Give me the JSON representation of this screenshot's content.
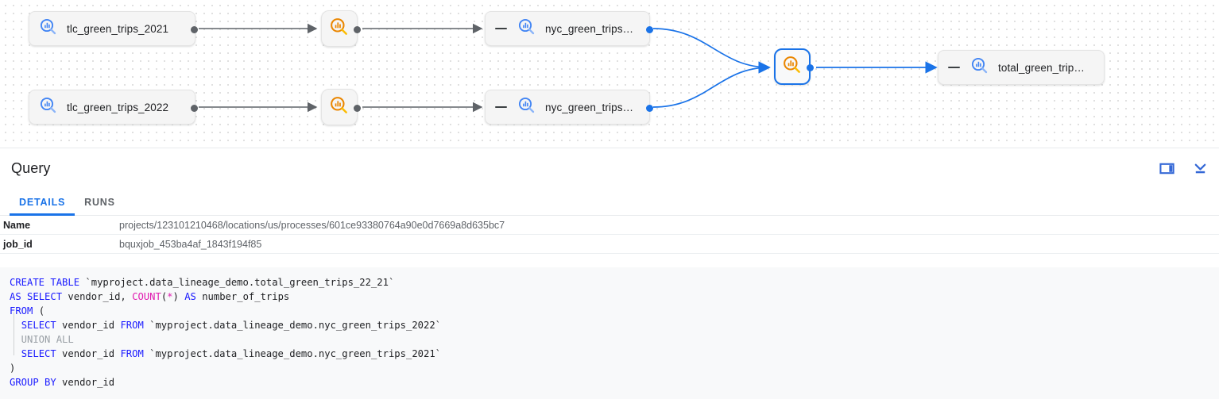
{
  "graph": {
    "nodes": [
      {
        "id": "tlc2021",
        "type": "table",
        "label": "tlc_green_trips_2021",
        "icon": "bigquery-table-icon",
        "collapse": false,
        "selected": false
      },
      {
        "id": "tlc2022",
        "type": "table",
        "label": "tlc_green_trips_2022",
        "icon": "bigquery-table-icon",
        "collapse": false,
        "selected": false
      },
      {
        "id": "proc1",
        "type": "process",
        "label": "",
        "icon": "bigquery-process-icon",
        "collapse": false,
        "selected": false
      },
      {
        "id": "proc2",
        "type": "process",
        "label": "",
        "icon": "bigquery-process-icon",
        "collapse": false,
        "selected": false
      },
      {
        "id": "nyc2021",
        "type": "table",
        "label": "nyc_green_trips…",
        "icon": "bigquery-table-icon",
        "collapse": true,
        "selected": false
      },
      {
        "id": "nyc2022",
        "type": "table",
        "label": "nyc_green_trips…",
        "icon": "bigquery-table-icon",
        "collapse": true,
        "selected": false
      },
      {
        "id": "procSel",
        "type": "process",
        "label": "",
        "icon": "bigquery-process-icon",
        "collapse": false,
        "selected": true
      },
      {
        "id": "total",
        "type": "table",
        "label": "total_green_trip…",
        "icon": "bigquery-table-icon",
        "collapse": true,
        "selected": false
      }
    ],
    "colors": {
      "edge_gray": "#5f6368",
      "edge_blue": "#1a73e8",
      "table_icon": "#4285f4",
      "process_icon": "#f29900",
      "selected_border": "#1a73e8"
    }
  },
  "panel": {
    "title": "Query",
    "actions": [
      {
        "name": "split-pane-icon",
        "label": "Split pane"
      },
      {
        "name": "collapse-panel-icon",
        "label": "Collapse panel"
      }
    ],
    "tabs": [
      {
        "id": "details",
        "label": "DETAILS",
        "active": true
      },
      {
        "id": "runs",
        "label": "RUNS",
        "active": false
      }
    ],
    "details": [
      {
        "key": "Name",
        "value": "projects/123101210468/locations/us/processes/601ce93380764a90e0d7669a8d635bc7"
      },
      {
        "key": "job_id",
        "value": "bquxjob_453ba4af_1843f194f85"
      }
    ]
  },
  "sql": {
    "lines": [
      "CREATE TABLE `myproject.data_lineage_demo.total_green_trips_22_21`",
      "AS SELECT vendor_id, COUNT(*) AS number_of_trips",
      "FROM (",
      "  SELECT vendor_id FROM `myproject.data_lineage_demo.nyc_green_trips_2022`",
      "  UNION ALL",
      "  SELECT vendor_id FROM `myproject.data_lineage_demo.nyc_green_trips_2021`",
      ")",
      "GROUP BY vendor_id"
    ]
  }
}
